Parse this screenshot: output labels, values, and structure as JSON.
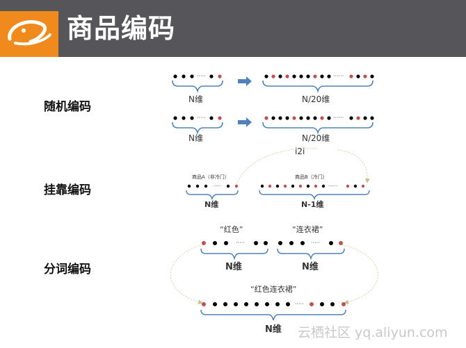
{
  "header": {
    "title": "商品编码"
  },
  "rows": [
    {
      "label": "随机编码"
    },
    {
      "label": "挂靠编码"
    },
    {
      "label": "分词编码"
    }
  ],
  "random": {
    "n_label": "N维",
    "n20_label": "N/20维"
  },
  "attach": {
    "product_a": "商品A（非冷门）",
    "product_b": "商品B（冷门）",
    "i2i": "i2i",
    "n_label": "N维",
    "n1_label": "N-1维"
  },
  "segment": {
    "word1": "“红色”",
    "word2": "“连衣裙”",
    "word3": "“红色连衣裙”",
    "n_label": "N维",
    "dots_label": "·····"
  },
  "watermark": "云栖社区 yq.aliyun.com",
  "colors": {
    "accent": "#f08a1c",
    "header": "#56565a",
    "dot_red": "#c0504d",
    "dot_black": "#000000",
    "arrow": "#4f81bd"
  },
  "icons": {
    "logo": "alibaba-logo-icon",
    "arrow": "right-arrow-icon"
  }
}
